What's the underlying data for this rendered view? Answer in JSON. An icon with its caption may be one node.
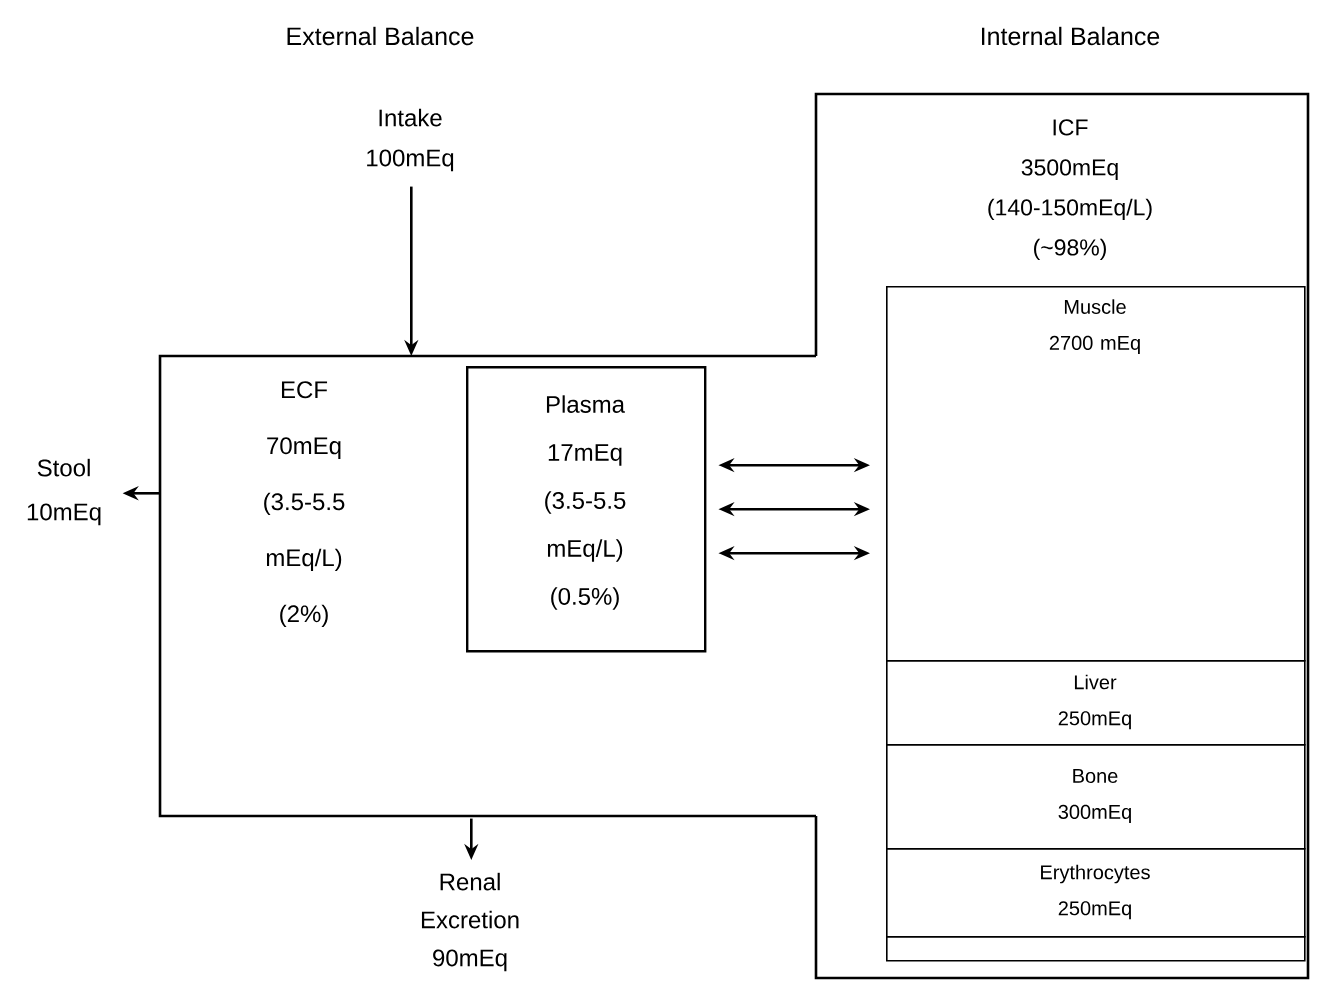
{
  "diagram": {
    "nodes": [
      {
        "text": [
          "ECF",
          "70mEq (3.5-5.5 mEq/L) (2%)"
        ]
      },
      {
        "text": [
          "Plasma",
          "17mEq (3.5-5.5 mEq/L) (0.5%)"
        ],
        "in": 0
      },
      {
        "text": [
          "ICF",
          "3500mEq (140-150mEq/L) (~98%)"
        ]
      },
      {
        "text": [
          "Muscle",
          "2700 mEq"
        ],
        "in": 2
      },
      {
        "text": [
          "Liver",
          "250mEq"
        ],
        "in": 2
      },
      {
        "text": [
          "Bone",
          "300mEq"
        ],
        "in": 2
      },
      {
        "text": [
          "Erythrocytes",
          "250mEq"
        ],
        "in": 2
      },
      {
        "text": [],
        "shape": "box",
        "in": 2
      },
      {
        "text": [
          "Intake 100mEq"
        ]
      },
      {
        "text": [
          "Stool 10mEq"
        ]
      },
      {
        "text": [
          "Renal Excretion 90mEq"
        ]
      }
    ],
    "edges": [
      {
        "from": 8,
        "to": 0,
        "arrow": "to"
      },
      {
        "from": 0,
        "to": 9,
        "arrow": "to"
      },
      {
        "from": 0,
        "to": 10,
        "arrow": "to"
      },
      {
        "from": 1,
        "to": 3,
        "arrow": "both"
      },
      {
        "from": 1,
        "to": 3,
        "arrow": "both"
      },
      {
        "from": 1,
        "to": 3,
        "arrow": "both"
      }
    ],
    "labels": [
      "External Balance",
      "Internal Balance"
    ]
  }
}
